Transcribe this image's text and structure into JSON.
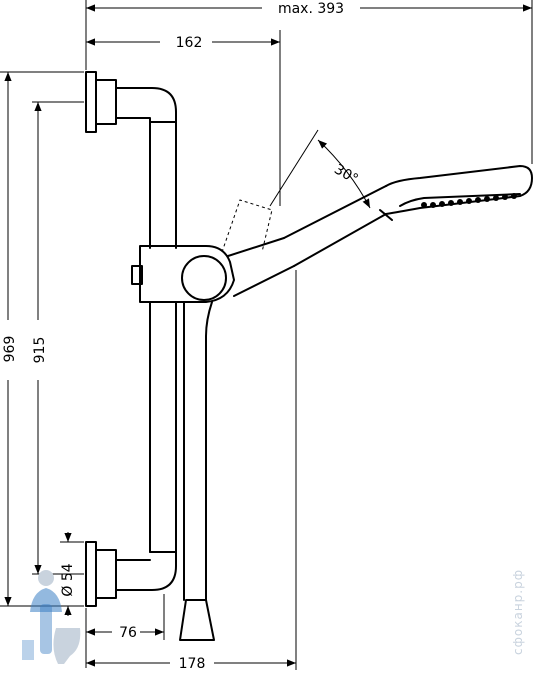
{
  "dimensions": {
    "max_width": "max. 393",
    "bar_offset": "162",
    "total_height": "969",
    "bar_height": "915",
    "rosette_diameter": "Ø 54",
    "wall_offset": "76",
    "hose_offset": "178",
    "tilt_angle": "30°"
  },
  "watermark": {
    "text": "сфоканр.рф",
    "colors": {
      "logo_blue": "#3b7fc4",
      "logo_grey": "#c9d3de"
    }
  },
  "colors": {
    "line": "#000000",
    "background": "#ffffff"
  }
}
